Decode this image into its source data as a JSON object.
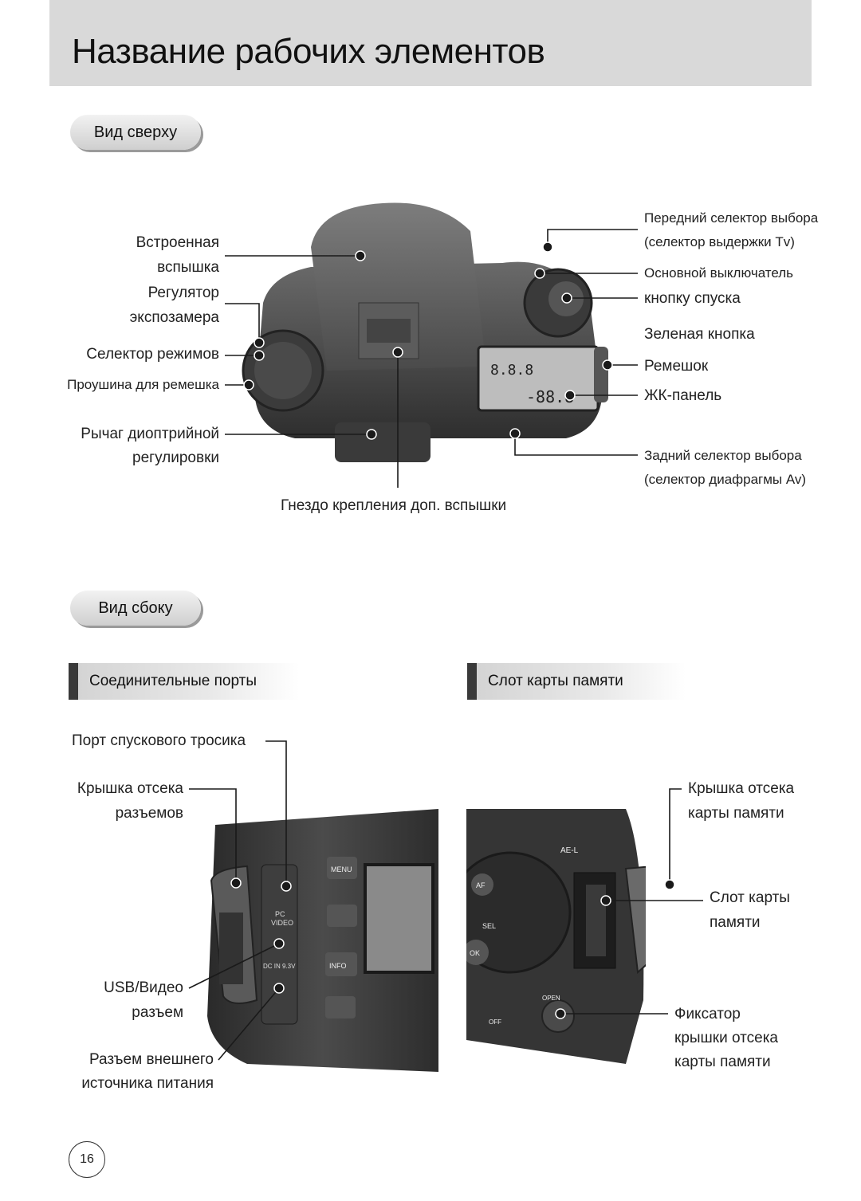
{
  "page": {
    "title": "Название рабочих элементов",
    "page_number": "16"
  },
  "top_view": {
    "heading": "Вид сверху",
    "labels": {
      "builtin_flash_1": "Встроенная",
      "builtin_flash_2": "вспышка",
      "exposure_dial_1": "Регулятор",
      "exposure_dial_2": "экспозамера",
      "mode_selector": "Селектор режимов",
      "strap_eyelet": "Проушина для ремешка",
      "diopter_lever_1": "Рычаг диоптрийной",
      "diopter_lever_2": "регулировки",
      "hot_shoe": "Гнездо крепления доп. вспышки",
      "front_dial_1": "Передний селектор выбора",
      "front_dial_2": "(селектор выдержки Tv)",
      "main_switch": "Основной выключатель",
      "shutter_button": "кнопку спуска",
      "green_button": "Зеленая кнопка",
      "strap": "Ремешок",
      "lcd_panel": "ЖК-панель",
      "rear_dial_1": "Задний селектор выбора",
      "rear_dial_2": "(селектор диафрагмы Av)"
    }
  },
  "side_view": {
    "heading": "Вид сбоку",
    "ports_heading": "Соединительные порты",
    "card_heading": "Слот карты памяти",
    "labels": {
      "release_port": "Порт спускового тросика",
      "port_cover_1": "Крышка отсека",
      "port_cover_2": "разъемов",
      "usb_video_1": "USB/Видео",
      "usb_video_2": "разъем",
      "dc_in_1": "Разъем внешнего",
      "dc_in_2": "источника питания",
      "card_cover_1": "Крышка отсека",
      "card_cover_2": "карты памяти",
      "card_slot_1": "Слот карты",
      "card_slot_2": "памяти",
      "card_latch_1": "Фиксатор",
      "card_latch_2": "крышки отсека",
      "card_latch_3": "карты памяти"
    },
    "camera_markings": {
      "menu": "MENU",
      "info": "INFO",
      "pc_video_1": "PC",
      "pc_video_2": "VIDEO",
      "dc_in": "DC IN 9.3V",
      "ael": "AE-L",
      "af": "AF",
      "ok": "OK",
      "sel": "SEL",
      "open": "OPEN",
      "off": "OFF"
    }
  }
}
